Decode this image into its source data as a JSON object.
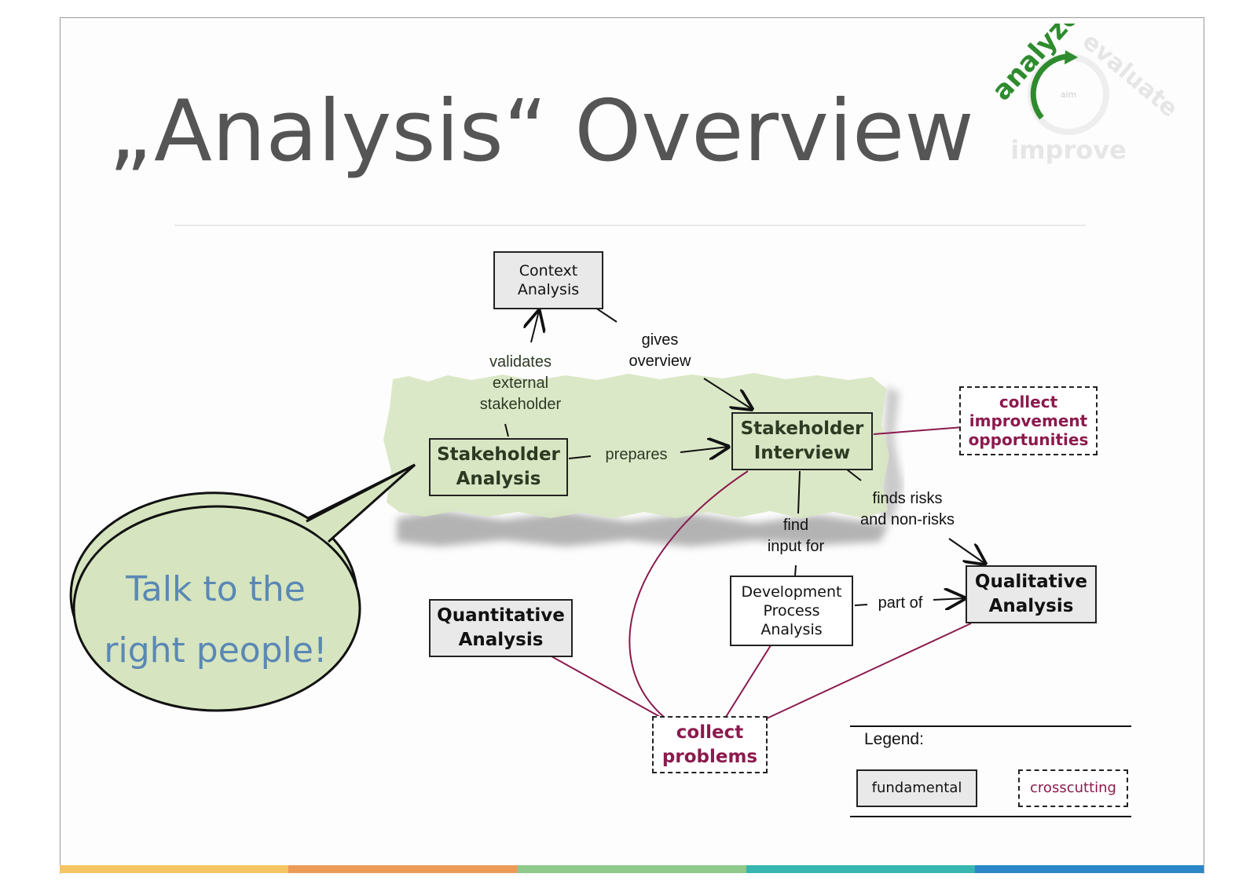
{
  "slide": {
    "title": "„Analysis“ Overview"
  },
  "logo": {
    "analyze": "analyze",
    "evaluate": "evaluate",
    "improve": "improve",
    "center": "aim"
  },
  "nodes": {
    "context_analysis": "Context\nAnalysis",
    "stakeholder_analysis": "Stakeholder\nAnalysis",
    "stakeholder_interview": "Stakeholder\nInterview",
    "collect_improvement": "collect\nimprovement\nopportunities",
    "quantitative_analysis": "Quantitative\nAnalysis",
    "development_process_analysis": "Development\nProcess\nAnalysis",
    "qualitative_analysis": "Qualitative\nAnalysis",
    "collect_problems": "collect\nproblems"
  },
  "edges": {
    "validates": "validates\nexternal\nstakeholder",
    "gives_overview": "gives\noverview",
    "prepares": "prepares",
    "finds_risks": "finds risks\nand non-risks",
    "find_input": "find\ninput for",
    "part_of": "part of"
  },
  "callout": {
    "text": "Talk to the\nright people!"
  },
  "legend": {
    "title": "Legend:",
    "fundamental": "fundamental",
    "crosscutting": "crosscutting"
  },
  "colors": {
    "title": "#555555",
    "crosscutting": "#8b1a4d",
    "paper_green": "#d8e6c2",
    "bubble_fill": "#d6e5bf",
    "bubble_text": "#5a88b5",
    "logo_green": "#2e8b2e",
    "footer": [
      "#f5c563",
      "#ec9b56",
      "#8cc98a",
      "#38b6b0",
      "#2a86c6"
    ]
  }
}
